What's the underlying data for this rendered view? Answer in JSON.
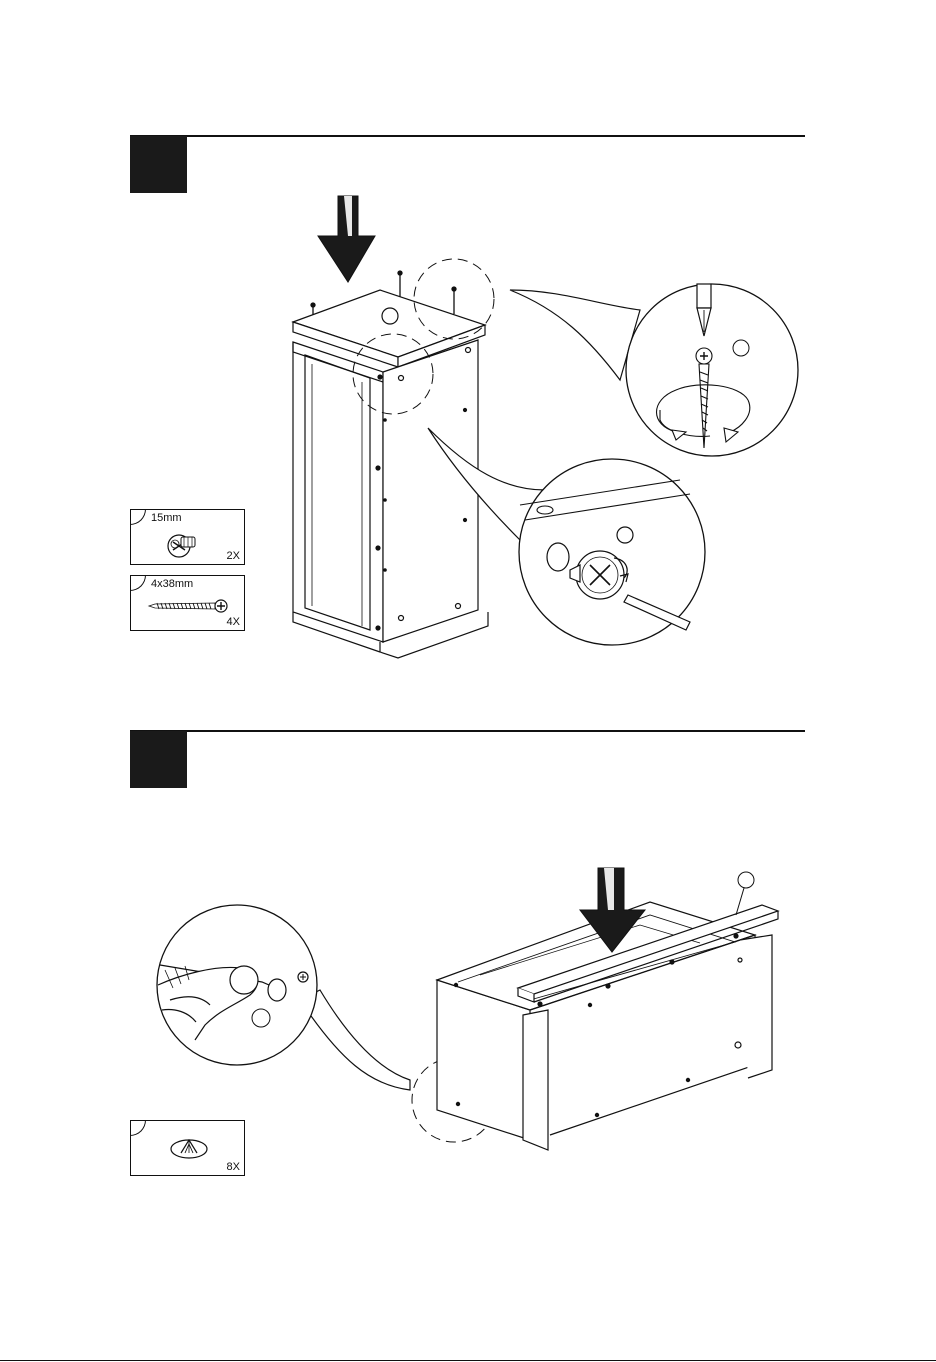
{
  "steps": [
    {
      "parts": [
        {
          "icon": "cam-lock-icon",
          "size": "15mm",
          "qty": "2X"
        },
        {
          "icon": "screw-icon",
          "size": "4x38mm",
          "qty": "4X"
        }
      ]
    },
    {
      "parts": [
        {
          "icon": "cap-icon",
          "size": "",
          "qty": "8X"
        }
      ]
    }
  ],
  "colors": {
    "ink": "#111111",
    "step_badge": "#1a1a1a",
    "paper": "#ffffff"
  }
}
